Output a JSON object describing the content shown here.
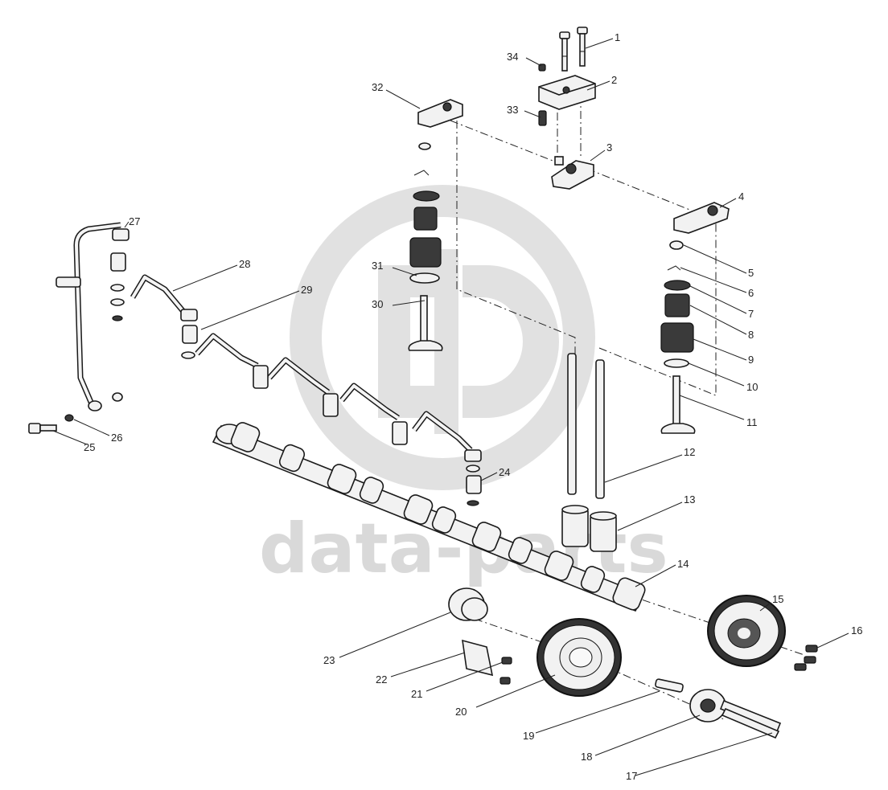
{
  "watermark": {
    "text": "data-parts",
    "color": "#d9d9d9"
  },
  "callouts": [
    "1",
    "2",
    "3",
    "4",
    "5",
    "6",
    "7",
    "8",
    "9",
    "10",
    "11",
    "12",
    "13",
    "14",
    "15",
    "16",
    "17",
    "18",
    "19",
    "20",
    "21",
    "22",
    "23",
    "24",
    "25",
    "26",
    "27",
    "28",
    "29",
    "30",
    "31",
    "32",
    "33",
    "34"
  ]
}
